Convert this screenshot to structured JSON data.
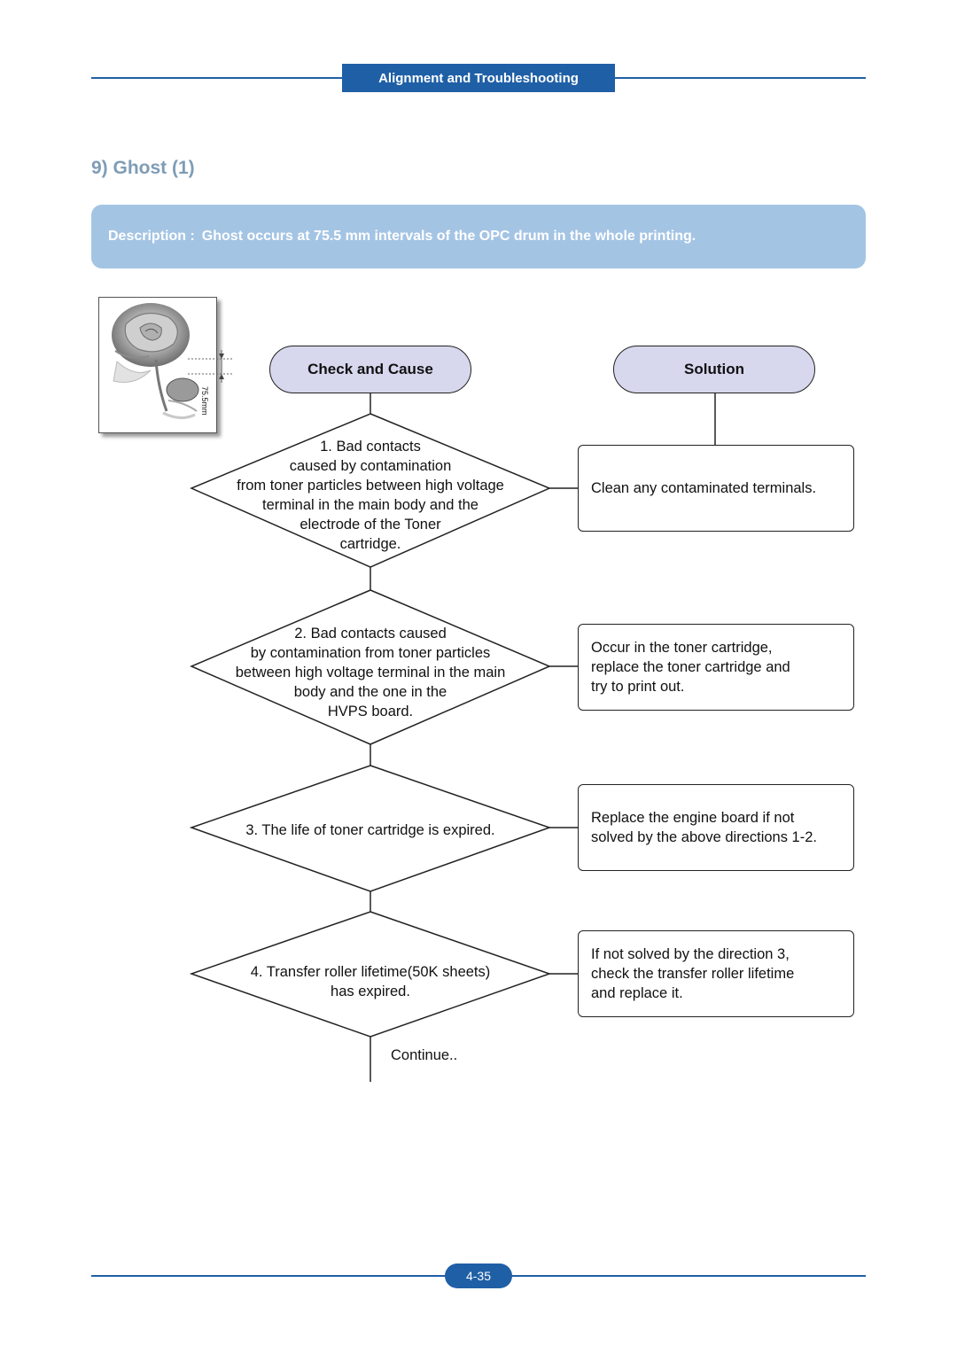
{
  "header": {
    "tab_label": "Alignment and Troubleshooting"
  },
  "section": {
    "title": "9) Ghost (1)"
  },
  "description": {
    "label": "Description :",
    "text": "Ghost occurs at 75.5 mm intervals of the OPC drum in the whole printing."
  },
  "sample_image": {
    "measure_label": "75.5mm"
  },
  "flow": {
    "check_header": "Check and Cause",
    "solution_header": "Solution",
    "steps": [
      {
        "cause_lines": [
          "1. Bad contacts",
          "caused by contamination",
          "from toner particles between high voltage",
          "terminal in the main body and the",
          "electrode of the Toner",
          "cartridge."
        ],
        "solution_lines": [
          "Clean any contaminated terminals."
        ]
      },
      {
        "cause_lines": [
          "2. Bad contacts caused",
          "by contamination from toner particles",
          "between high voltage terminal in the main",
          "body and the one in the",
          "HVPS board."
        ],
        "solution_lines": [
          "Occur in the toner cartridge,",
          "replace the toner cartridge and",
          "try to print out."
        ]
      },
      {
        "cause_lines": [
          "3. The life of toner cartridge is expired."
        ],
        "solution_lines": [
          "Replace the engine board if not",
          "solved by the above directions 1-2."
        ]
      },
      {
        "cause_lines": [
          "4. Transfer roller lifetime(50K sheets)",
          "has expired."
        ],
        "solution_lines": [
          "If not solved by the direction 3,",
          "check the transfer roller lifetime",
          "and replace it."
        ]
      }
    ],
    "continue_label": "Continue.."
  },
  "footer": {
    "page_number": "4-35"
  },
  "colors": {
    "brand_blue": "#1f5fa6",
    "desc_bg": "#a4c4e4",
    "pill_bg": "#d7d8ee",
    "title_gray": "#7f9cb5"
  }
}
